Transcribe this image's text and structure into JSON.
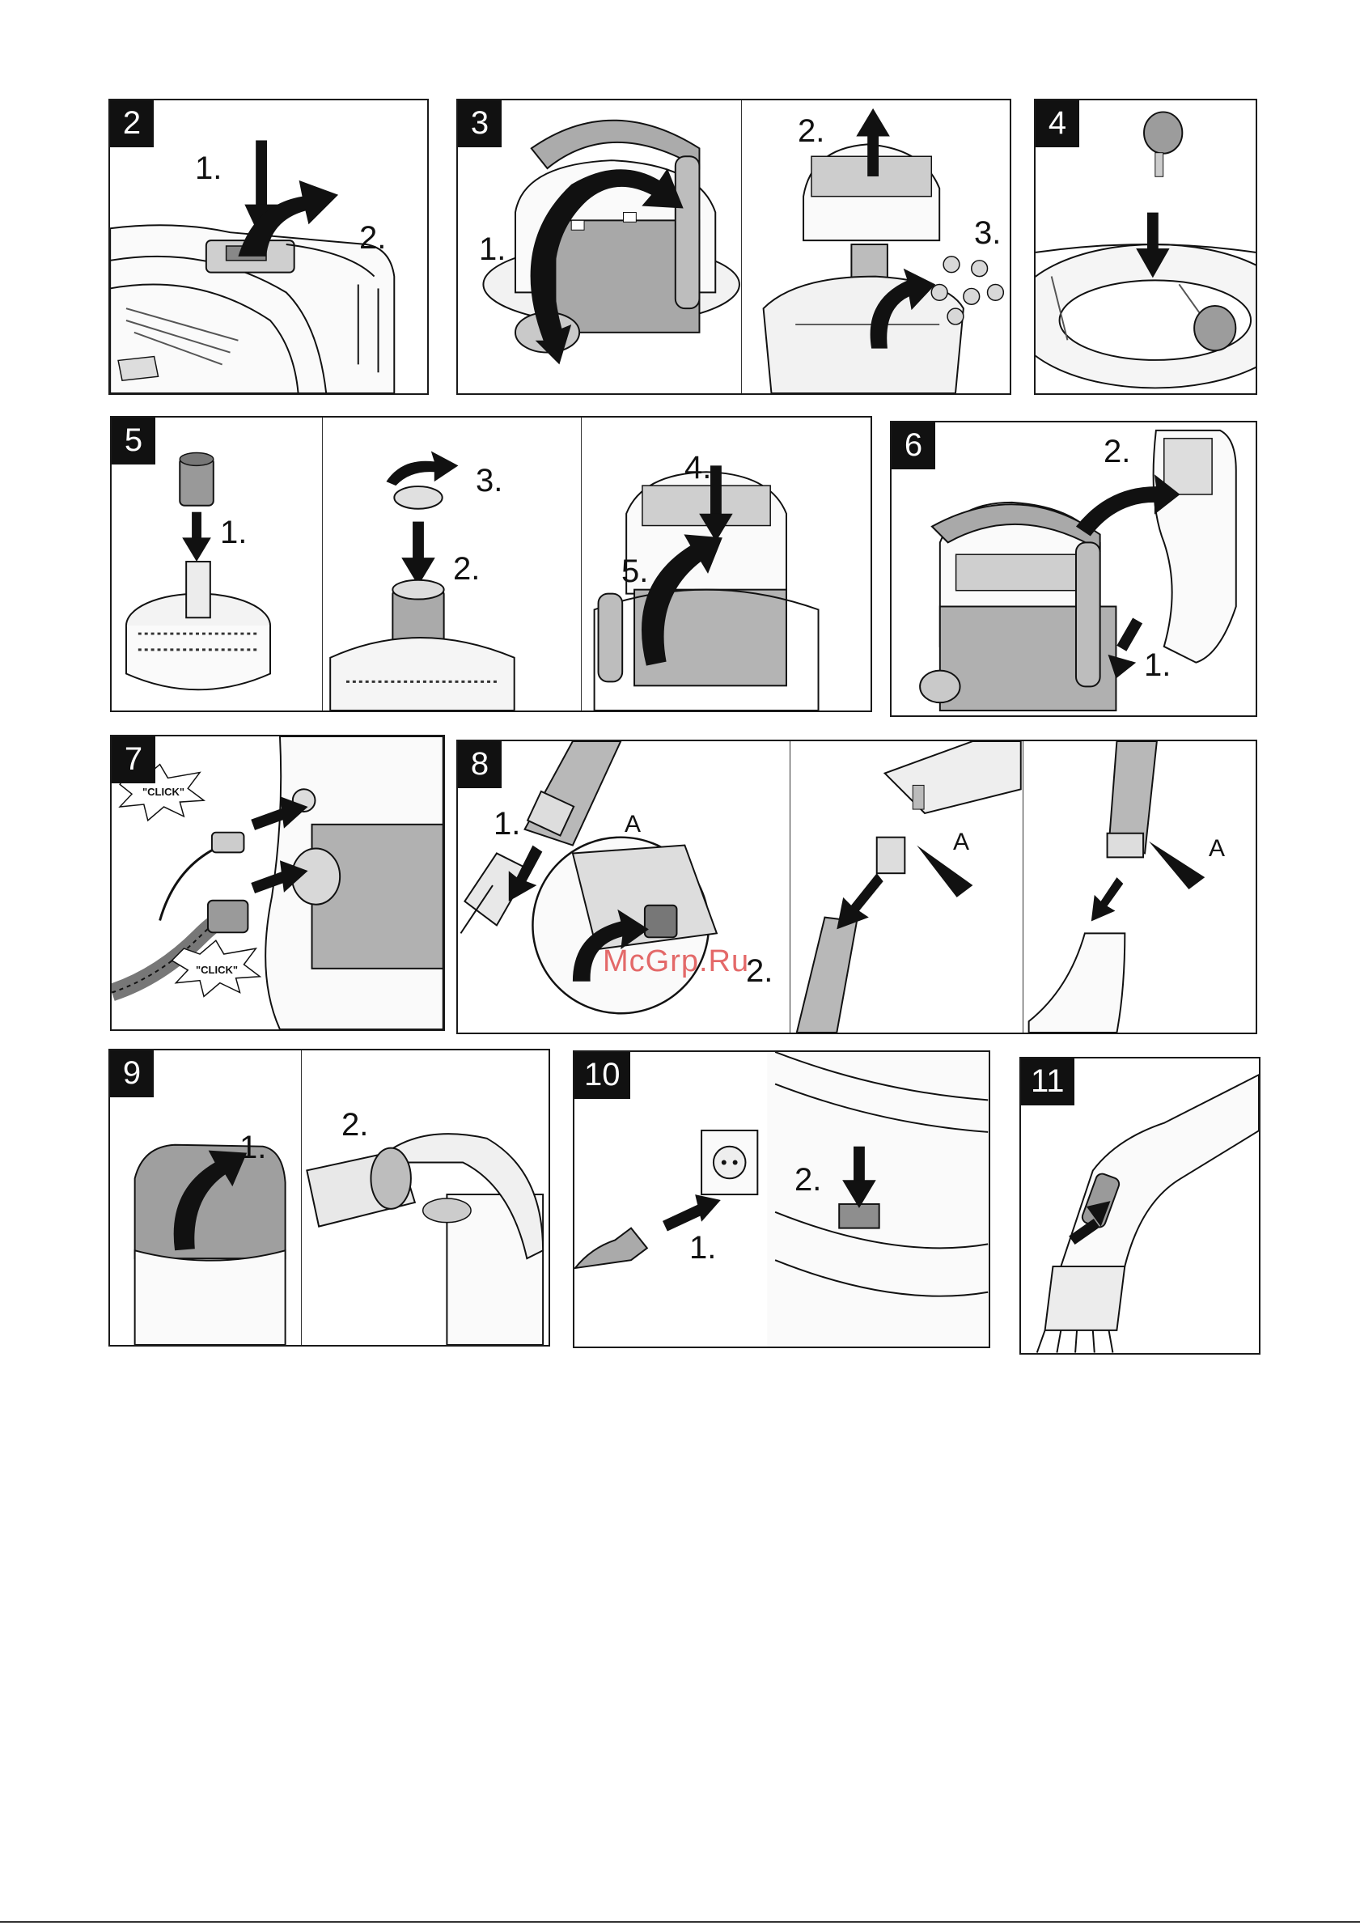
{
  "panels": [
    {
      "number": "2",
      "steps": [
        "1.",
        "2."
      ]
    },
    {
      "number": "3",
      "steps": [
        "1.",
        "2.",
        "3."
      ]
    },
    {
      "number": "4"
    },
    {
      "number": "5",
      "steps": [
        "1.",
        "2.",
        "3.",
        "4.",
        "5."
      ]
    },
    {
      "number": "6",
      "steps": [
        "1.",
        "2."
      ]
    },
    {
      "number": "7",
      "labels": [
        "\"CLICK\"",
        "\"CLICK\""
      ]
    },
    {
      "number": "8",
      "steps": [
        "1.",
        "2."
      ],
      "letters": [
        "A",
        "A",
        "A"
      ]
    },
    {
      "number": "9",
      "steps": [
        "1.",
        "2."
      ]
    },
    {
      "number": "10",
      "steps": [
        "1.",
        "2."
      ]
    },
    {
      "number": "11"
    }
  ],
  "watermark": "McGrp.Ru",
  "colors": {
    "ink": "#111111",
    "line": "#1a1a1a",
    "shade": "#9a9a9a",
    "light": "#d6d6d6",
    "watermark": "#e05050"
  },
  "icons": [
    "arrow-icon",
    "vacuum-cleaner-illustration",
    "hose-illustration",
    "plug-illustration",
    "socket-illustration"
  ]
}
